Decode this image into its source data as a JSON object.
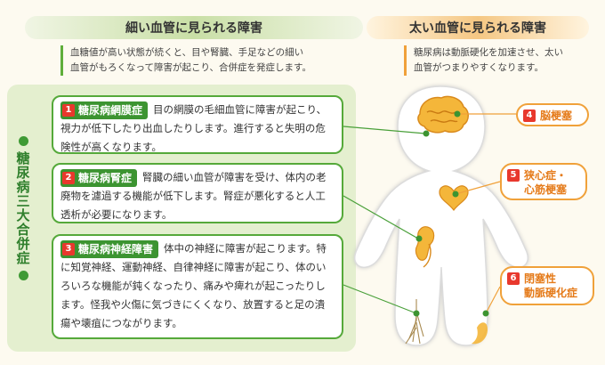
{
  "header": {
    "small_vessel_title": "細い血管に見られる障害",
    "large_vessel_title": "太い血管に見られる障害"
  },
  "small_vessel_desc": [
    "血糖値が高い状態が続くと、目や腎臓、手足などの細い",
    "血管がもろくなって障害が起こり、合併症を発症します。"
  ],
  "large_vessel_desc": [
    "糖尿病は動脈硬化を加速させ、太い",
    "血管がつまりやすくなります。"
  ],
  "panel_title": "糖尿病三大合併症",
  "complications": [
    {
      "number": "1",
      "title": "糖尿病網膜症",
      "text": "目の網膜の毛細血管に障害が起こり、視力が低下したり出血したりします。進行すると失明の危険性が高くなります。"
    },
    {
      "number": "2",
      "title": "糖尿病腎症",
      "text": "腎臓の細い血管が障害を受け、体内の老廃物を濾過する機能が低下します。腎症が悪化すると人工透析が必要になります。"
    },
    {
      "number": "3",
      "title": "糖尿病神経障害",
      "text": "体中の神経に障害が起こります。特に知覚神経、運動神経、自律神経に障害が起こり、体のいろいろな機能が鈍くなったり、痛みや痺れが起こったりします。怪我や火傷に気づきにくくなり、放置すると足の潰瘍や壊疽につながります。"
    }
  ],
  "large_labels": [
    {
      "number": "4",
      "lines": [
        "脳梗塞"
      ]
    },
    {
      "number": "5",
      "lines": [
        "狭心症・",
        "心筋梗塞"
      ]
    },
    {
      "number": "6",
      "lines": [
        "閉塞性",
        "動脈硬化症"
      ]
    }
  ],
  "colors": {
    "green": "#55a93a",
    "dark_green": "#3c9431",
    "orange": "#f0a13a",
    "red_badge": "#e8382d",
    "body_fill": "#ffffff",
    "accent_yellow": "#f4b63a"
  }
}
